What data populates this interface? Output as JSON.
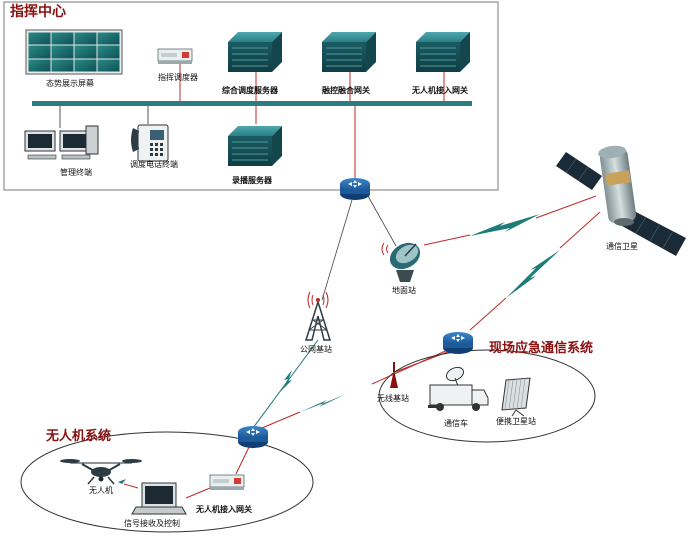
{
  "command_center": {
    "title": "指挥中心",
    "video_wall_label": "态势展示屏幕",
    "switch_device_label": "指挥调度器",
    "server1_label": "综合调度服务器",
    "server2_label": "融控融合网关",
    "server3_label": "无人机接入网关",
    "workstation_label": "管理终端",
    "phone_label": "调度电话终端",
    "storage_server_label": "录播服务器"
  },
  "network": {
    "ground_station_label": "地面站",
    "satellite_label": "通信卫星",
    "tower_label": "公网基站"
  },
  "field_system": {
    "title": "现场应急通信系统",
    "wireless_station_label": "无线基站",
    "vehicle_label": "通信车",
    "portable_station_label": "便携卫星站"
  },
  "drone_system": {
    "title": "无人机系统",
    "drone_label": "无人机",
    "laptop_label": "信号接收及控制",
    "gateway_label": "无人机接入网关"
  },
  "colors": {
    "router_blue": "#1c5a9c",
    "server_teal": "#1f6d75",
    "link_red": "#c0282a",
    "wireless_teal": "#1d7b78",
    "title_red": "#8b1010"
  }
}
